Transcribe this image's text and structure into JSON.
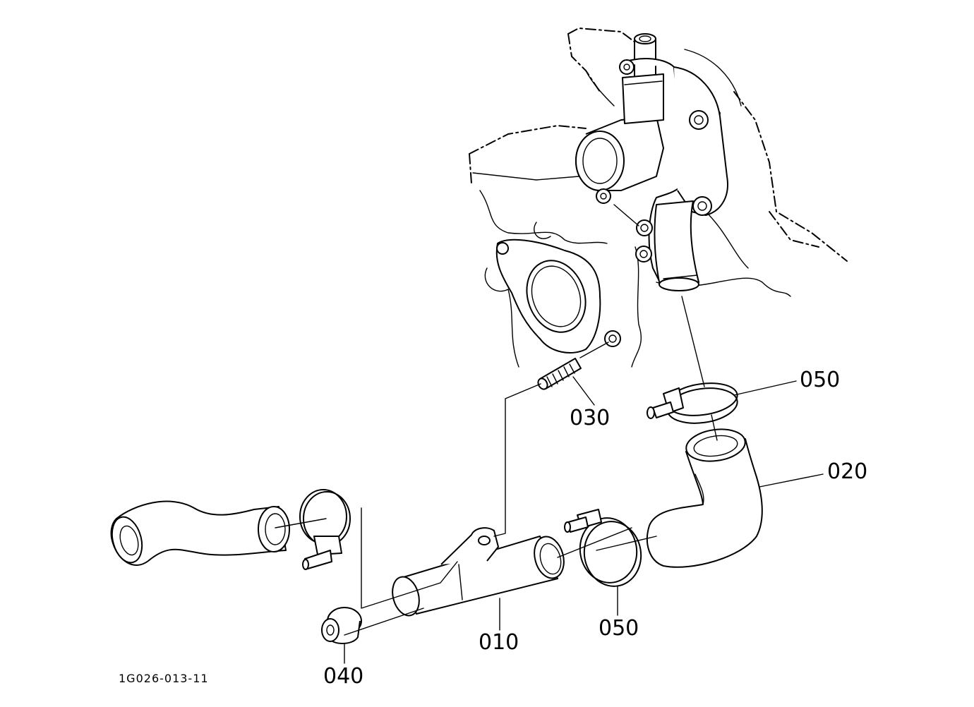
{
  "diagram": {
    "drawing_code": "1G026-013-11",
    "callouts": [
      {
        "id": "050-top",
        "label": "050"
      },
      {
        "id": "030",
        "label": "030"
      },
      {
        "id": "020",
        "label": "020"
      },
      {
        "id": "050-bottom",
        "label": "050"
      },
      {
        "id": "010",
        "label": "010"
      },
      {
        "id": "040",
        "label": "040"
      }
    ]
  }
}
